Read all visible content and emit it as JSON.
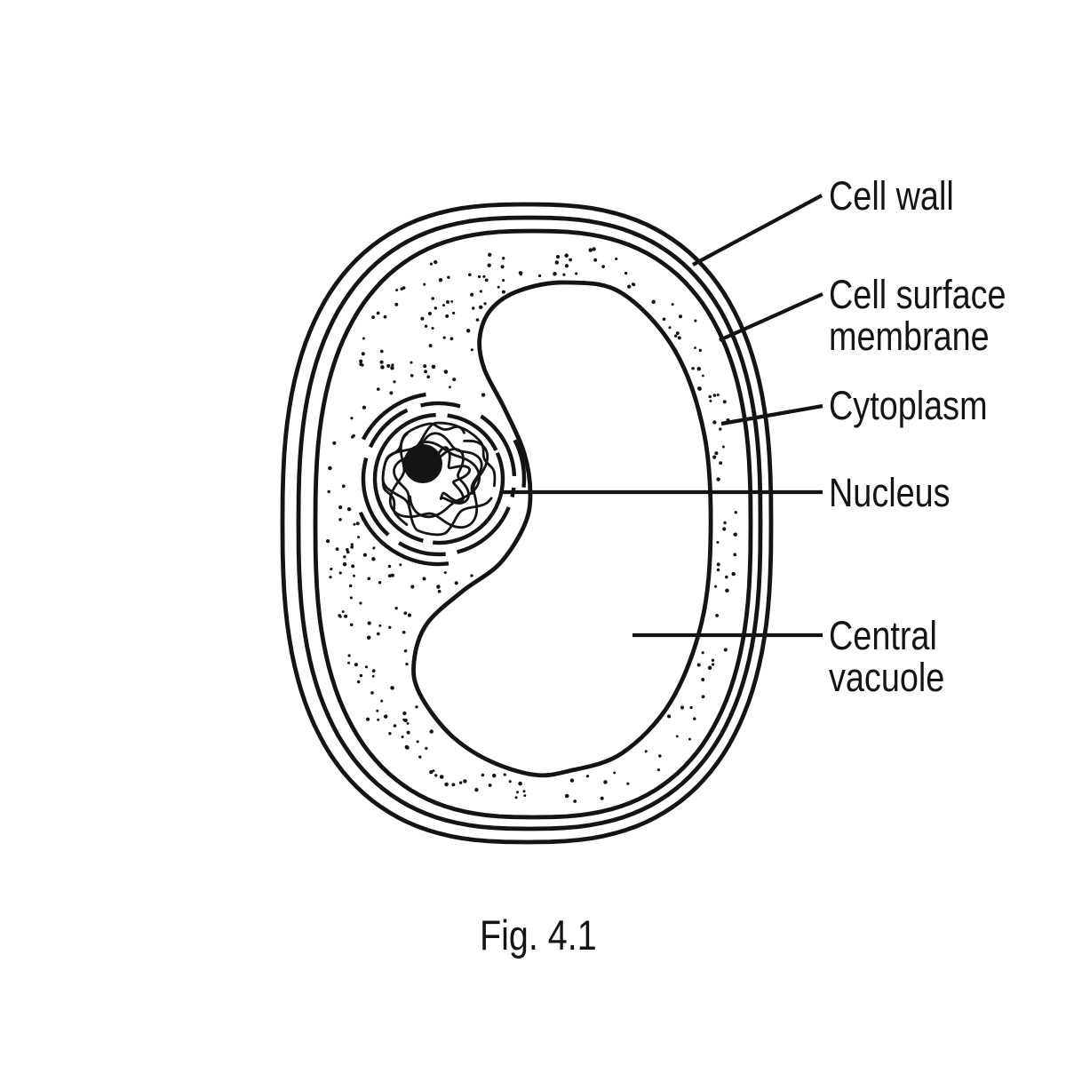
{
  "diagram": {
    "caption": "Fig. 4.1",
    "ink_color": "#141414",
    "background_color": "#ffffff",
    "labels": {
      "cell_wall": {
        "text": "Cell wall"
      },
      "cell_surface_membrane": {
        "line1": "Cell surface",
        "line2": "membrane"
      },
      "cytoplasm": {
        "text": "Cytoplasm"
      },
      "nucleus": {
        "text": "Nucleus"
      },
      "central_vacuole": {
        "line1": "Central",
        "line2": "vacuole"
      }
    }
  }
}
